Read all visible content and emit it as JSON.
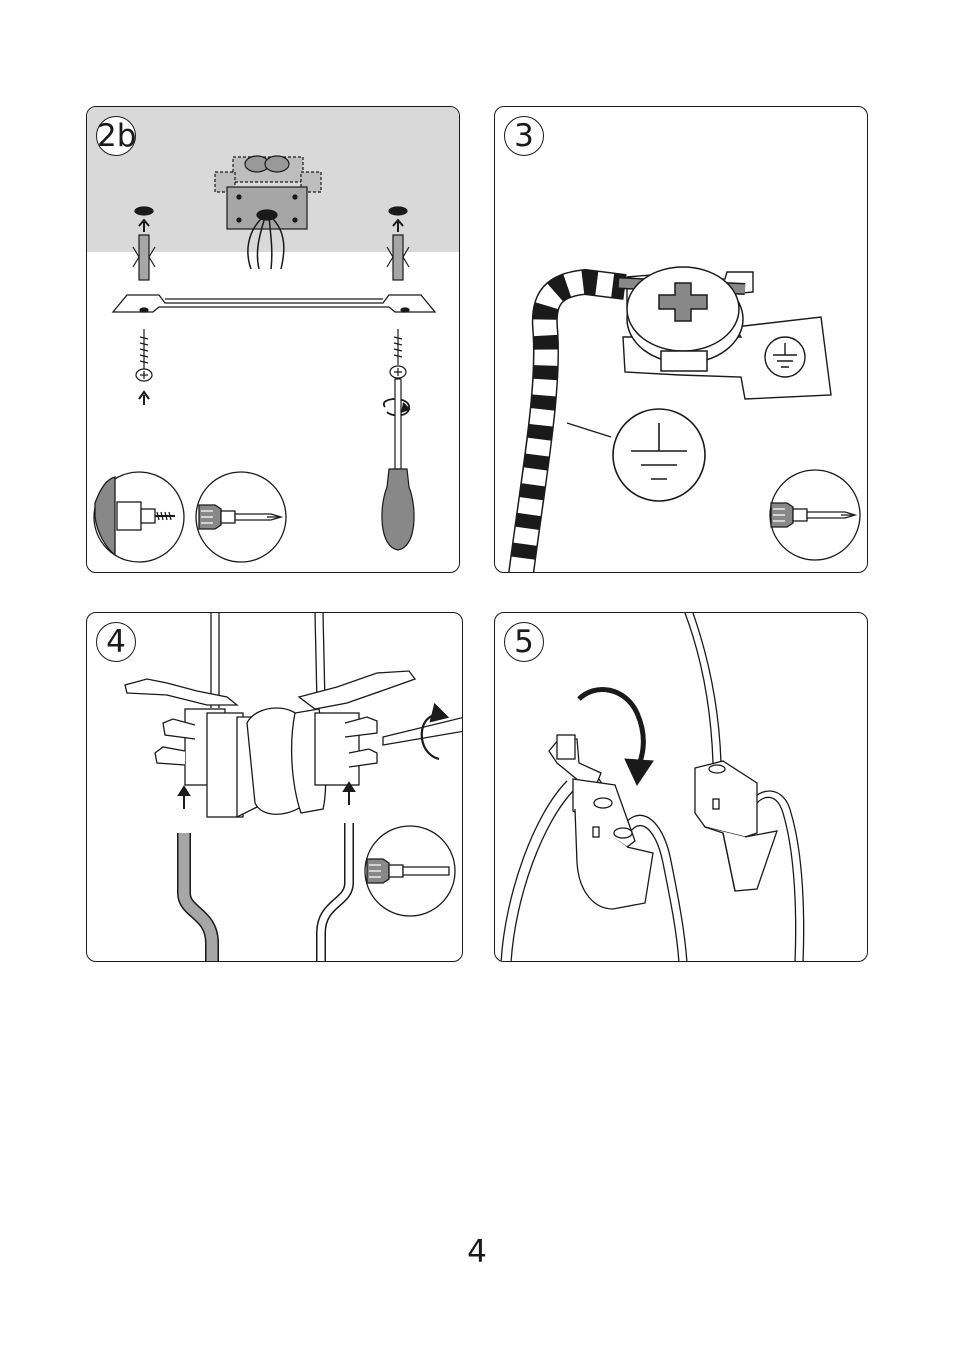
{
  "page": {
    "number": "4"
  },
  "panels": [
    {
      "step": "2b",
      "icons": [
        "ceiling-box-icon",
        "wall-plug-icon",
        "mounting-bracket-icon",
        "screw-icon",
        "screwdriver-icon",
        "drill-icon"
      ]
    },
    {
      "step": "3",
      "icons": [
        "earth-wire-icon",
        "earth-screw-icon",
        "ground-symbol-icon",
        "screwdriver-icon"
      ]
    },
    {
      "step": "4",
      "icons": [
        "terminal-block-icon",
        "cable-icon",
        "rotate-arrow-icon",
        "screwdriver-icon"
      ]
    },
    {
      "step": "5",
      "icons": [
        "strain-relief-clamp-icon",
        "curved-arrow-icon",
        "cable-icon"
      ]
    }
  ],
  "colors": {
    "line": "#1a1a1a",
    "ceiling": "#d9d9d9",
    "fill_grey": "#888888",
    "box_grey": "#a6a6a6"
  }
}
